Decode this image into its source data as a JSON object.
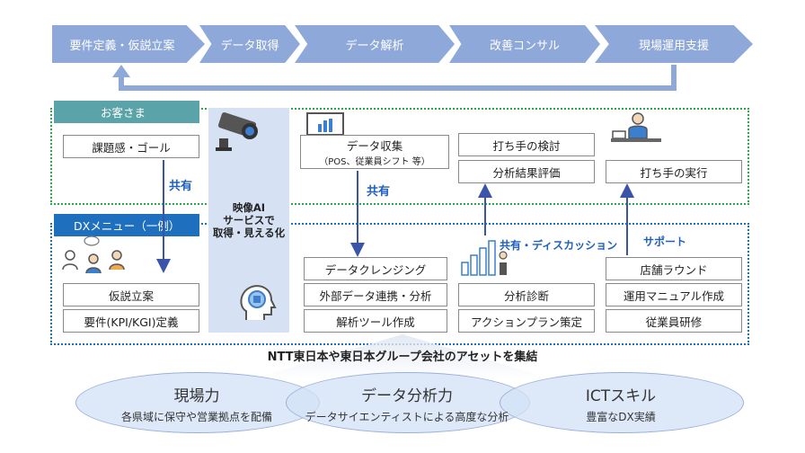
{
  "flow": [
    "要件定義・仮説立案",
    "データ取得",
    "データ解析",
    "改善コンサル",
    "現場運用支援"
  ],
  "customer": {
    "header": "お客さま",
    "issue": "課題感・ゴール",
    "data_collect": "データ収集",
    "data_collect_sub": "（POS、従業員シフト 等）",
    "plan_review": "打ち手の検討",
    "result_eval": "分析結果評価",
    "execute": "打ち手の実行"
  },
  "dx": {
    "header": "DXメニュー（一例）",
    "hypothesis": "仮説立案",
    "requirements": "要件(KPI/KGI)定義",
    "cleansing": "データクレンジング",
    "external": "外部データ連携・分析",
    "tool": "解析ツール作成",
    "diagnosis": "分析診断",
    "action_plan": "アクションプラン策定",
    "store_round": "店舗ラウンド",
    "manual": "運用マニュアル作成",
    "training": "従業員研修"
  },
  "video_ai": {
    "line1": "映像AI",
    "line2": "サービスで",
    "line3": "取得・見える化"
  },
  "labels": {
    "share1": "共有",
    "share2": "共有",
    "share_discuss": "共有・ディスカッション",
    "support": "サポート"
  },
  "assets_title": "NTT東日本や東日本グループ会社のアセットを集結",
  "assets": [
    {
      "title": "現場力",
      "sub": "各県域に保守や営業拠点を配備"
    },
    {
      "title": "データ分析力",
      "sub": "データサイエンティストによる高度な分析"
    },
    {
      "title": "ICTスキル",
      "sub": "豊富なDX実績"
    }
  ],
  "colors": {
    "flow": "#8fa8da",
    "customer_header": "#5aa3a8",
    "customer_border": "#2aa84a",
    "dx_header": "#1f6fbf",
    "dx_border": "#1f6fbf",
    "arrow": "#3a55a8",
    "accent_text": "#1f5fbf"
  },
  "icons": [
    "camera-icon",
    "ai-head-icon",
    "monitor-chart-icon",
    "people-icon",
    "growth-chart-icon",
    "staff-at-desk-icon"
  ]
}
